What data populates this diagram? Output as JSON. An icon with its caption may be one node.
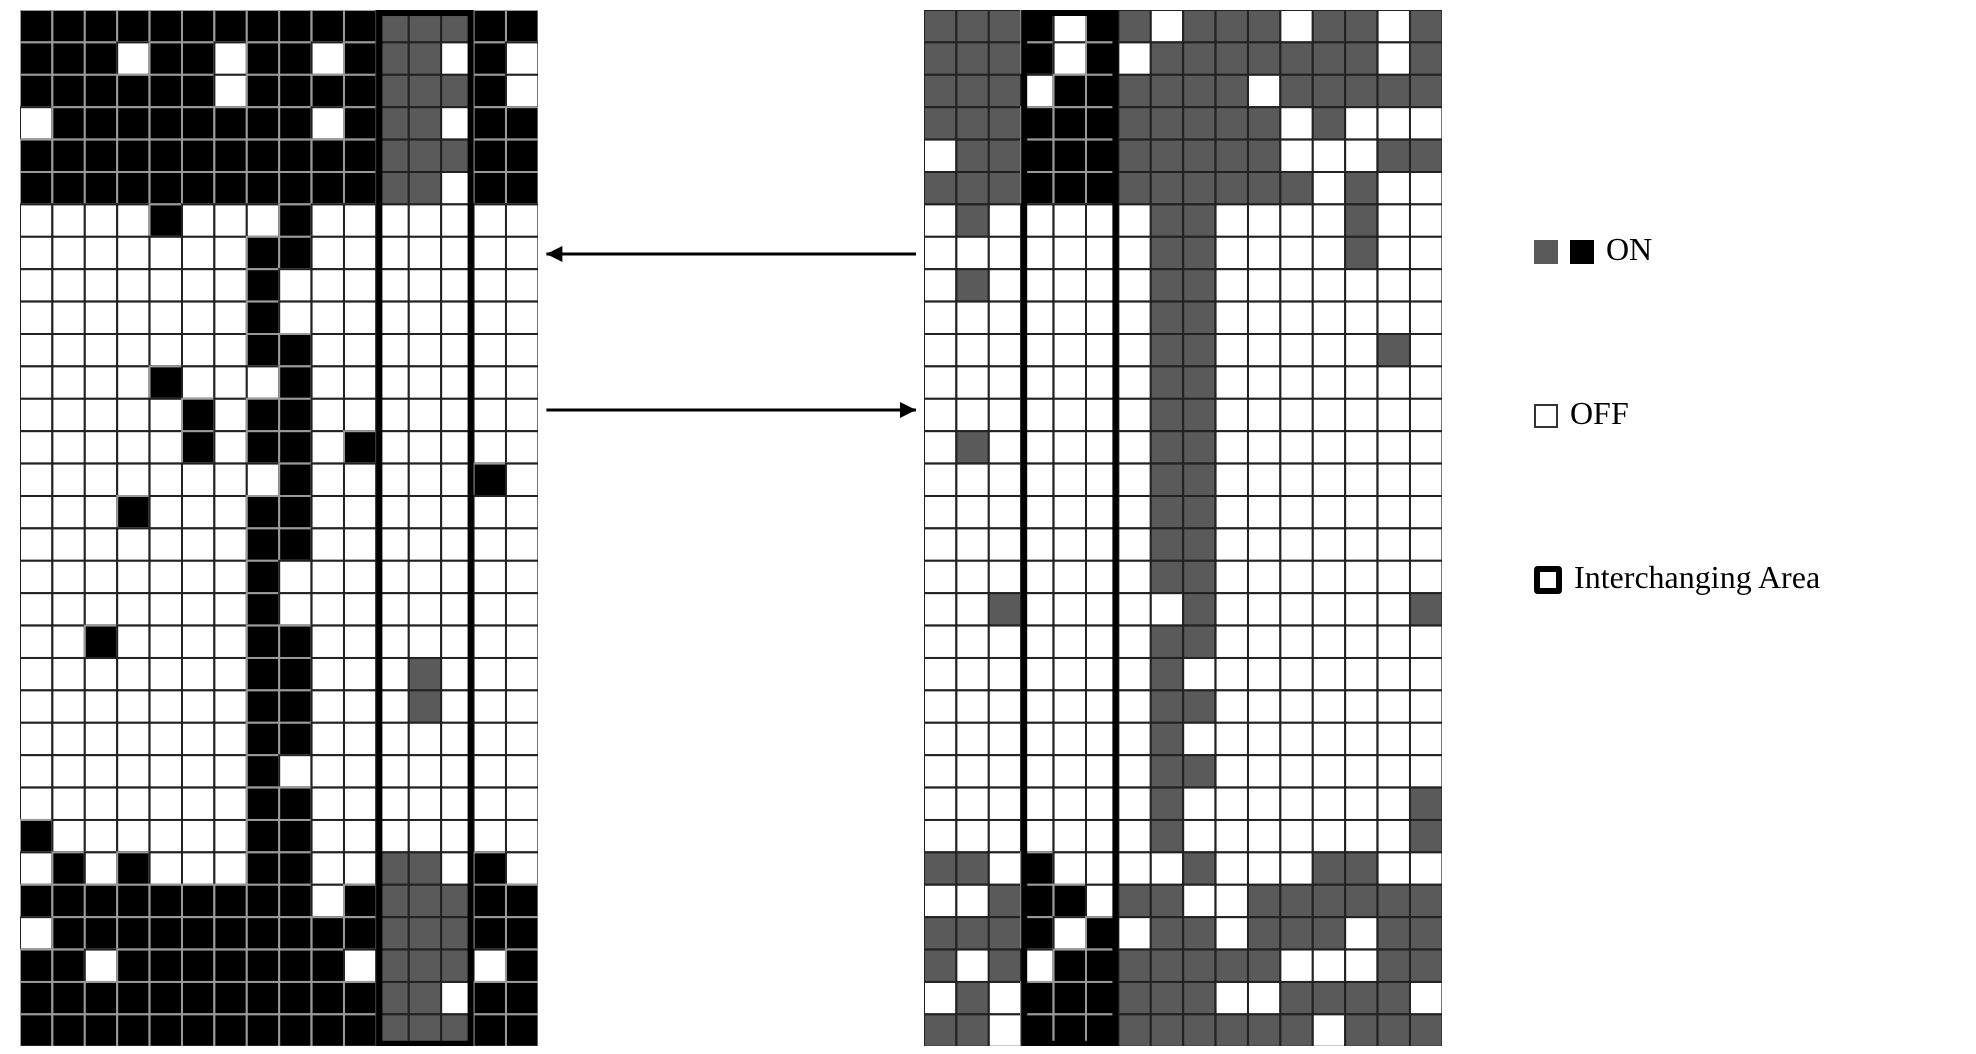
{
  "diagram": {
    "nodes": [
      {
        "text": [],
        "shape": "picture"
      },
      {
        "text": [],
        "shape": "picture"
      }
    ],
    "edges": [
      {
        "from": 1,
        "to": 0,
        "arrow": "to"
      },
      {
        "from": 0,
        "to": 1,
        "arrow": "to"
      }
    ],
    "legend": [
      {
        "text": "ON"
      },
      {
        "text": "OFF",
        "color": "#ffffff"
      },
      {
        "text": "Interchanging Area"
      }
    ]
  }
}
